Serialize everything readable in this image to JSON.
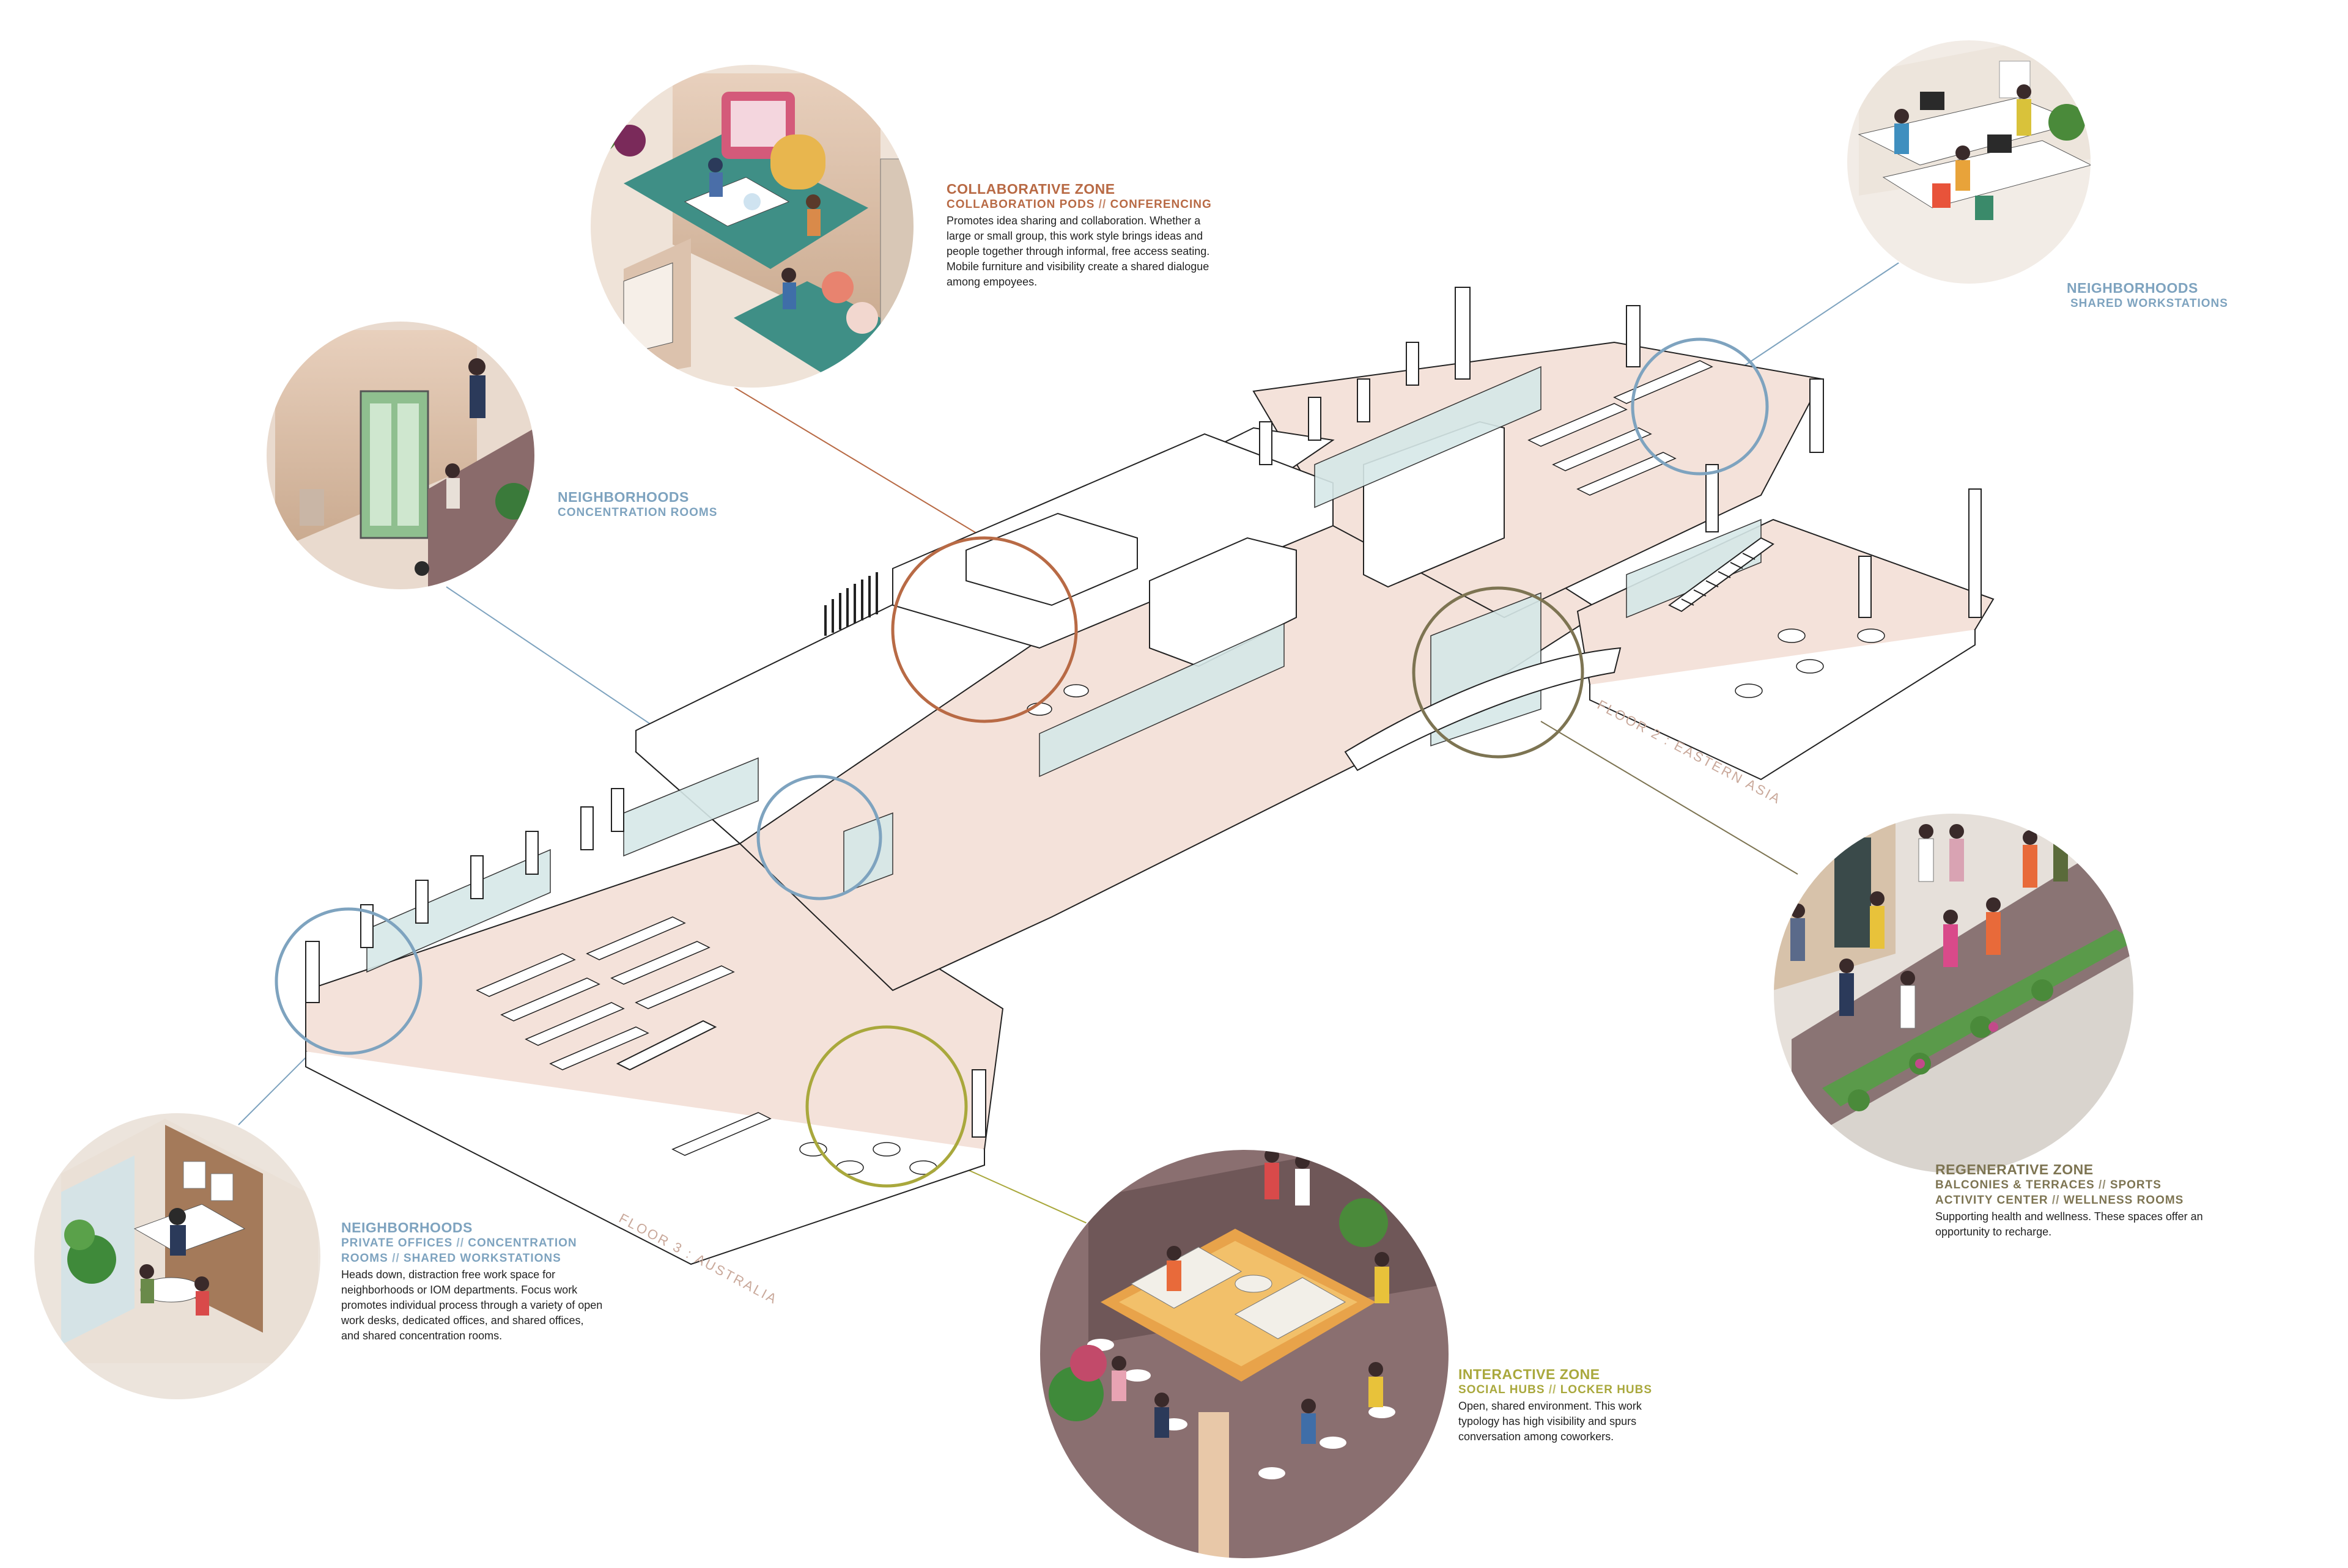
{
  "colors": {
    "collaborative": "#b86a45",
    "neighborhoods": "#7ea3bf",
    "regenerative": "#7d7452",
    "interactive": "#a9a83c",
    "floor": "#f4e2da",
    "wall": "#ffffff",
    "line": "#222222",
    "glass": "#d6e8e8"
  },
  "floors": {
    "floor2": "FLOOR 2 : EASTERN ASIA",
    "floor3": "FLOOR 3 : AUSTRALIA"
  },
  "callouts": {
    "collaborative": {
      "title": "COLLABORATIVE ZONE",
      "sub1": "COLLABORATION PODS",
      "sep": "//",
      "sub2": "CONFERENCING",
      "body": "Promotes idea sharing and collaboration. Whether a large or small group, this work style brings ideas and people together through informal, free access seating. Mobile furniture and visibility create a shared dialogue among empoyees."
    },
    "concentration": {
      "title": "NEIGHBORHOODS",
      "sub": "CONCENTRATION ROOMS"
    },
    "shared": {
      "title": "NEIGHBORHOODS",
      "sub": "SHARED WORKSTATIONS"
    },
    "private": {
      "title": "NEIGHBORHOODS",
      "sub1": "PRIVATE  OFFICES",
      "sep1": "//",
      "sub2": "CONCENTRATION",
      "sub3": "ROOMS",
      "sep2": "//",
      "sub4": "SHARED WORKSTATIONS",
      "body": "Heads down, distraction free work space for neighborhoods or IOM departments. Focus work promotes individual process through a variety of open work desks, dedicated offices, and shared offices, and shared concentration rooms."
    },
    "regenerative": {
      "title": "REGENERATIVE ZONE",
      "sub1": "BALCONIES & TERRACES",
      "sep1": "//",
      "sub2": "SPORTS",
      "sub3": "ACTIVITY CENTER",
      "sep2": "//",
      "sub4": "WELLNESS ROOMS",
      "body": "Supporting health and wellness. These spaces offer an opportunity to recharge."
    },
    "interactive": {
      "title": "INTERACTIVE ZONE",
      "sub1": "SOCIAL HUBS",
      "sep": "//",
      "sub2": "LOCKER HUBS",
      "body": "Open, shared environment. This work typology has high visibility and spurs conversation among coworkers."
    }
  }
}
